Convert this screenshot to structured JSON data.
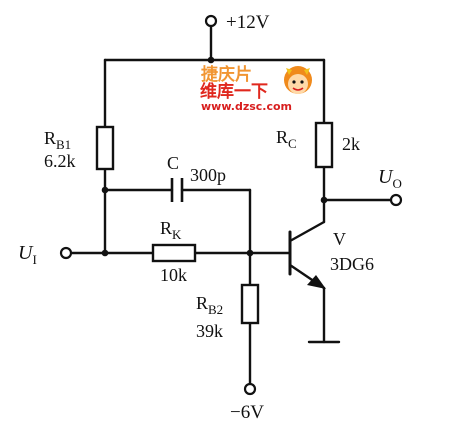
{
  "colors": {
    "ink": "#111111",
    "paper": "#ffffff",
    "watermark_orange": "#f08a1c",
    "watermark_red": "#d81e1e",
    "watermark_text": "#e0281e"
  },
  "supply": {
    "positive": "+12V",
    "negative": "−6V"
  },
  "components": {
    "rb1": {
      "base": "R",
      "sub": "B1",
      "value": "6.2k"
    },
    "rc": {
      "base": "R",
      "sub": "C",
      "value": "2k"
    },
    "c": {
      "base": "C",
      "value": "300p"
    },
    "rk": {
      "base": "R",
      "sub": "K",
      "value": "10k"
    },
    "rb2": {
      "base": "R",
      "sub": "B2",
      "value": "39k"
    },
    "transistor": {
      "name": "V",
      "model": "3DG6"
    }
  },
  "terminals": {
    "input": {
      "base": "U",
      "sub": "I"
    },
    "output": {
      "base": "U",
      "sub": "O"
    }
  },
  "watermark": {
    "line1": "捷庆片",
    "line2": "维库一下",
    "url": "www.dzsc.com",
    "icon": "cartoon-mascot-icon"
  }
}
